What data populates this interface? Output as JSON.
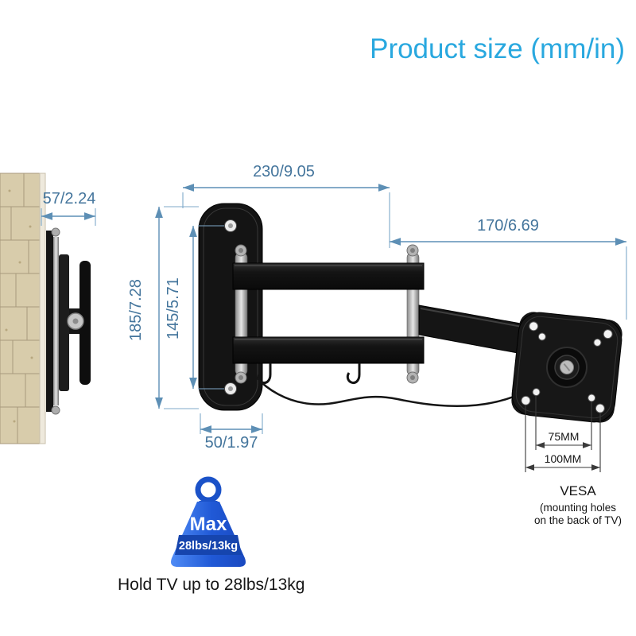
{
  "title": "Product size (mm/in)",
  "colors": {
    "title": "#29A8DF",
    "dimension_text": "#44759C",
    "dimension_line": "#5D8FB5",
    "mount_black": "#151515",
    "bag_blue": "#2563DD",
    "bag_band": "#1645AE"
  },
  "icons": {
    "max_weight_bag": "shopping-bag with handle (blue SVG shape)"
  },
  "dimensions": {
    "wall_depth": "57/2.24",
    "arm_reach_front": "230/9.05",
    "arm_reach_rear": "170/6.69",
    "plate_height_outer": "185/7.28",
    "plate_hole_spacing": "145/5.71",
    "plate_width": "50/1.97",
    "vesa_inner": "75MM",
    "vesa_outer": "100MM"
  },
  "vesa": {
    "label": "VESA",
    "note_line1": "(mounting holes",
    "note_line2": "on the back of TV)"
  },
  "max_badge": {
    "label": "Max",
    "capacity": "28lbs/13kg"
  },
  "footer_text": "Hold TV up to 28lbs/13kg"
}
